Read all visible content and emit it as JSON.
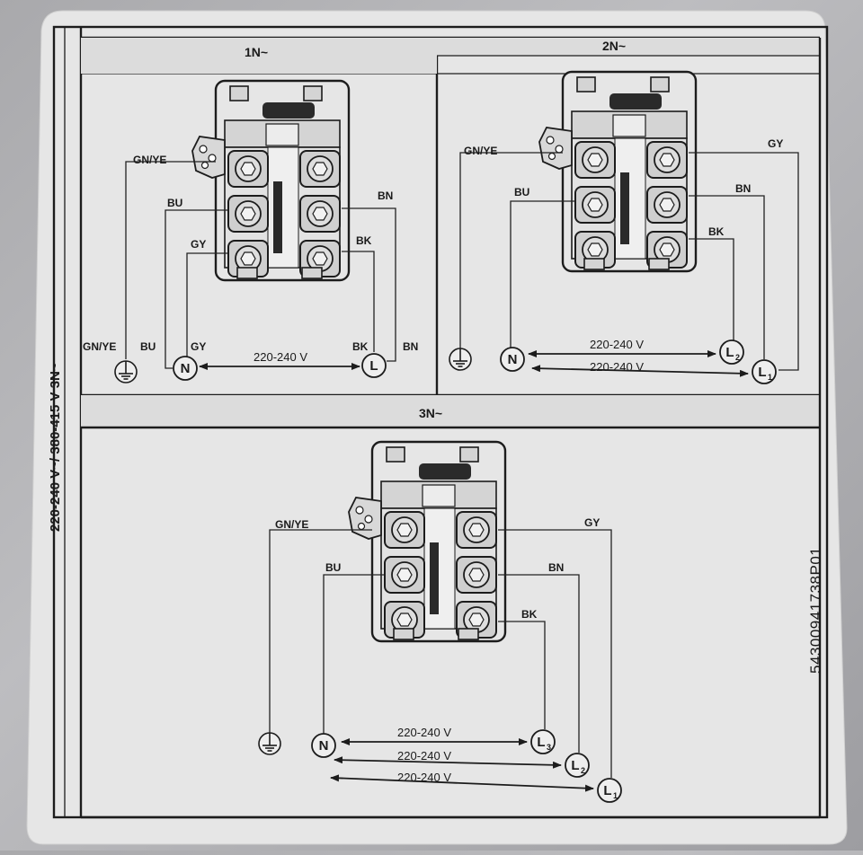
{
  "side_label": "220-240 V~/ 380-415 V 3N~",
  "part_code": "54300941738P01",
  "panels": {
    "p1n": {
      "title": "1N~",
      "left_labels": [
        "GN/YE",
        "BU",
        "GY"
      ],
      "right_labels": [
        "BN",
        "BK"
      ],
      "bottom_labels": [
        "GN/YE",
        "BU",
        "GY",
        "BK",
        "BN"
      ],
      "voltage": "220-240 V",
      "neutral": "N",
      "line": "L"
    },
    "p2n": {
      "title": "2N~",
      "left_labels": [
        "GN/YE",
        "BU"
      ],
      "right_labels": [
        "GY",
        "BN",
        "BK"
      ],
      "voltages": [
        "220-240 V",
        "220-240 V"
      ],
      "neutral": "N",
      "lines": [
        "L",
        "L"
      ],
      "line_subs": [
        "2",
        "1"
      ]
    },
    "p3n": {
      "title": "3N~",
      "left_labels": [
        "GN/YE",
        "BU"
      ],
      "right_labels": [
        "GY",
        "BN",
        "BK"
      ],
      "voltages": [
        "220-240 V",
        "220-240 V",
        "220-240 V"
      ],
      "neutral": "N",
      "lines": [
        "L",
        "L",
        "L"
      ],
      "line_subs": [
        "3",
        "2",
        "1"
      ]
    }
  },
  "icons": [
    "ground-icon",
    "neutral-terminal-icon",
    "line-terminal-icon",
    "terminal-block-icon"
  ],
  "colors": {
    "label": "#e6e6e6",
    "ink": "#1c1c1c"
  }
}
